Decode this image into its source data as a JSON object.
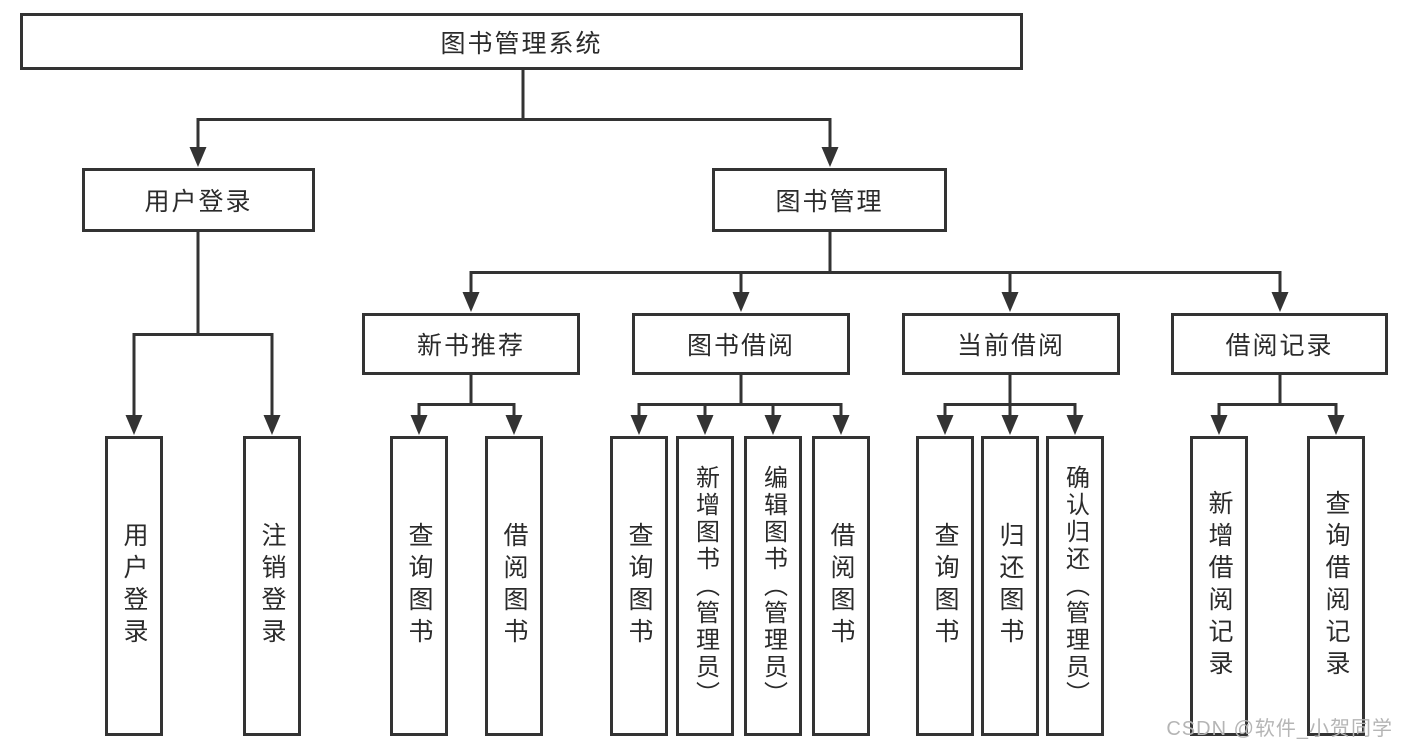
{
  "diagram": {
    "title_node": {
      "label": "图书管理系统"
    },
    "tree": {
      "root": {
        "label": "图书管理系统"
      },
      "children": [
        {
          "label": "用户登录",
          "children": [
            {
              "label": "用户登录"
            },
            {
              "label": "注销登录"
            }
          ]
        },
        {
          "label": "图书管理",
          "children": [
            {
              "label": "新书推荐",
              "children": [
                {
                  "label": "查询图书"
                },
                {
                  "label": "借阅图书"
                }
              ]
            },
            {
              "label": "图书借阅",
              "children": [
                {
                  "label": "查询图书"
                },
                {
                  "label": "新增图书（管理员）"
                },
                {
                  "label": "编辑图书（管理员）"
                },
                {
                  "label": "借阅图书"
                }
              ]
            },
            {
              "label": "当前借阅",
              "children": [
                {
                  "label": "查询图书"
                },
                {
                  "label": "归还图书"
                },
                {
                  "label": "确认归还（管理员）"
                }
              ]
            },
            {
              "label": "借阅记录",
              "children": [
                {
                  "label": "新增借阅记录"
                },
                {
                  "label": "查询借阅记录"
                }
              ]
            }
          ]
        }
      ]
    },
    "watermark": {
      "text": "CSDN @软件_小贺同学"
    },
    "colors": {
      "line": "#333333",
      "text": "#2b2b2b",
      "box_background": "#ffffff",
      "watermark": "#b5b5b5"
    }
  }
}
